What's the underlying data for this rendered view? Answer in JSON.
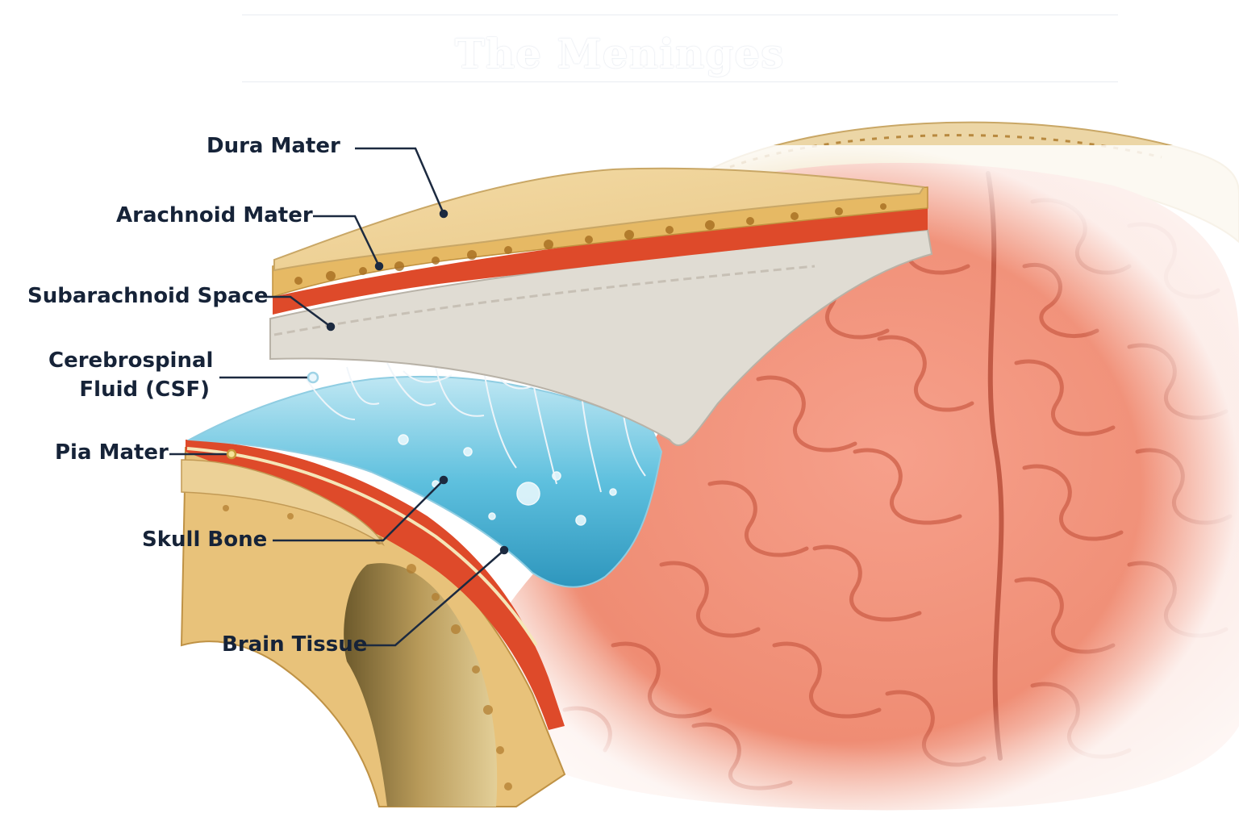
{
  "title": "The Meninges",
  "labels": {
    "dura": "Dura Mater",
    "arachnoid": "Arachnoid Mater",
    "subarachnoid": "Subarachnoid Space",
    "csf_line1": "Cerebrospinal",
    "csf_line2": "Fluid (CSF)",
    "pia": "Pia Mater",
    "skull": "Skull Bone",
    "brain": "Brain Tissue"
  },
  "colors": {
    "label_text": "#162338",
    "leader_line": "#1c2a40",
    "dura_tan": "#efd49a",
    "bone_yellow": "#e2b45e",
    "red_layer": "#de4a2a",
    "arachnoid_gray": "#dedad2",
    "csf_blue": "#52b7d8",
    "brain_pink": "#f3917a"
  }
}
